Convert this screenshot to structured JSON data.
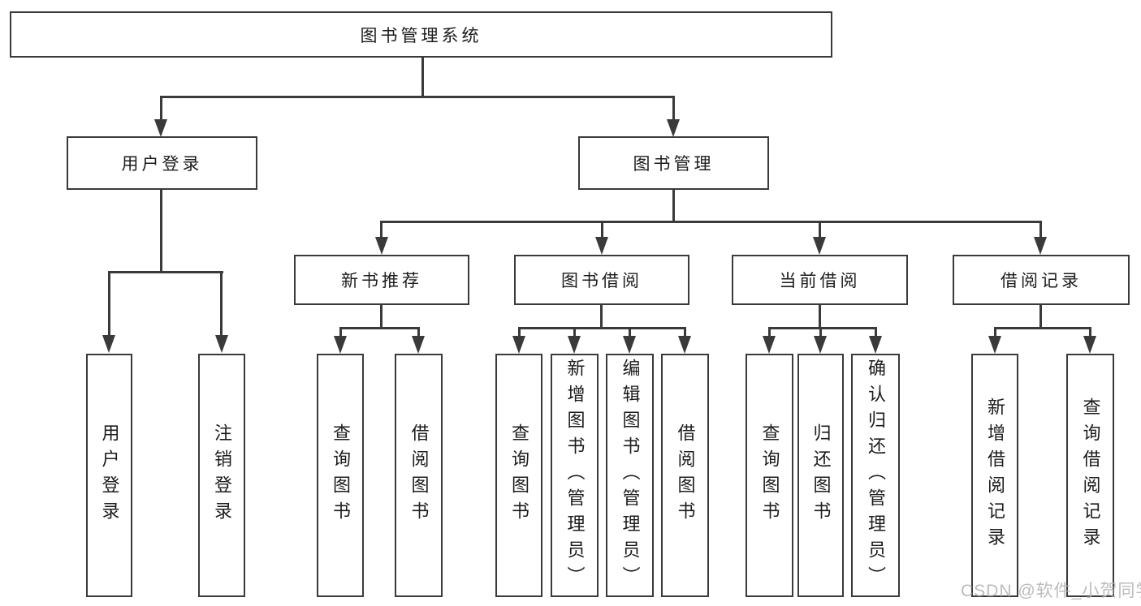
{
  "colors": {
    "line": "#3a3a3a",
    "box_border": "#3a3a3a",
    "text": "#1c1c1c",
    "background": "#ffffff",
    "watermark": "#b5b5b5"
  },
  "watermark": {
    "text": "CSDN @软件_小贺同学"
  },
  "tree": {
    "root": {
      "label": "图书管理系统"
    },
    "login": {
      "label": "用户登录",
      "children": [
        {
          "label": "用户登录"
        },
        {
          "label": "注销登录"
        }
      ]
    },
    "manage": {
      "label": "图书管理",
      "sections": [
        {
          "label": "新书推荐",
          "children": [
            {
              "label": "查询图书"
            },
            {
              "label": "借阅图书"
            }
          ]
        },
        {
          "label": "图书借阅",
          "children": [
            {
              "label": "查询图书"
            },
            {
              "label": "新增图书（管理员）"
            },
            {
              "label": "编辑图书（管理员）"
            },
            {
              "label": "借阅图书"
            }
          ]
        },
        {
          "label": "当前借阅",
          "children": [
            {
              "label": "查询图书"
            },
            {
              "label": "归还图书"
            },
            {
              "label": "确认归还（管理员）"
            }
          ]
        },
        {
          "label": "借阅记录",
          "children": [
            {
              "label": "新增借阅记录"
            },
            {
              "label": "查询借阅记录"
            }
          ]
        }
      ]
    }
  }
}
